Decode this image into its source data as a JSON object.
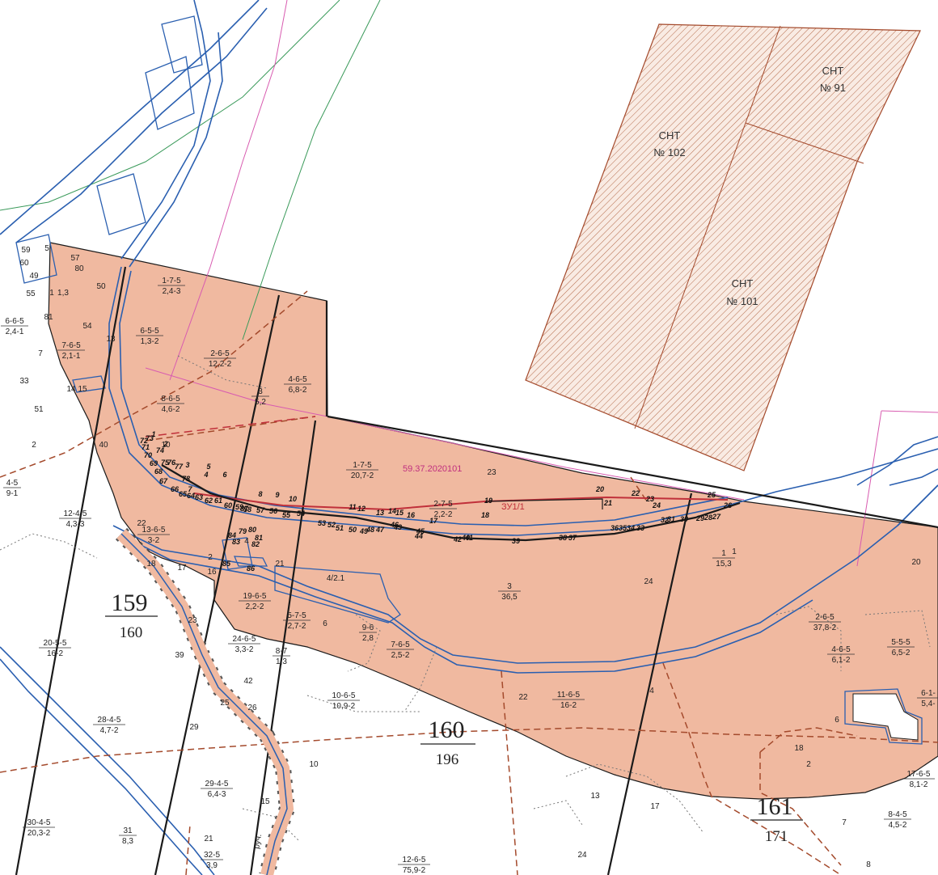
{
  "colors": {
    "zone_fill": "#f0b9a0",
    "hatch": "#b46a4a",
    "blue_line": "#2a5fb0",
    "black_line": "#1a1a1a",
    "dashed_boundary": "#a44a2c",
    "pink_line": "#d85bb0",
    "green_line": "#3a9a5a",
    "red_line": "#c0303a"
  },
  "snt": [
    {
      "name": "СНТ",
      "num": "№ 91"
    },
    {
      "name": "СНТ",
      "num": "№ 102"
    },
    {
      "name": "СНТ",
      "num": "№ 101"
    }
  ],
  "quarters": [
    {
      "top": "159",
      "bottom": "160"
    },
    {
      "top": "160",
      "bottom": "196"
    },
    {
      "top": "161",
      "bottom": "171"
    }
  ],
  "cadastral_number": "59.37.2020101",
  "plot_label": "ЗУ1/1",
  "river_label": "руч.",
  "stand_labels": [
    {
      "top": "1-7-5",
      "bottom": "2,4-3"
    },
    {
      "top": "6-5-5",
      "bottom": "1,3-2"
    },
    {
      "top": "2-6-5",
      "bottom": "12,2-2"
    },
    {
      "top": "4-6-5",
      "bottom": "6,8-2"
    },
    {
      "top": "3",
      "bottom": "5,2"
    },
    {
      "top": "8-6-5",
      "bottom": "4,6-2"
    },
    {
      "top": "7-6-5",
      "bottom": "2,1-1"
    },
    {
      "top": "6-6-5",
      "bottom": "2,4-1"
    },
    {
      "top": "1-7-5",
      "bottom": "20,7-2"
    },
    {
      "top": "2-7-5",
      "bottom": "2,2-2"
    },
    {
      "top": "12-4-5",
      "bottom": "4,3-3"
    },
    {
      "top": "13-6-5",
      "bottom": "3-2"
    },
    {
      "top": "19-6-5",
      "bottom": "2,2-2"
    },
    {
      "top": "5-7-5",
      "bottom": "2,7-2"
    },
    {
      "top": "9-6",
      "bottom": "2,8"
    },
    {
      "top": "7-6-5",
      "bottom": "2,5-2"
    },
    {
      "top": "20-5-5",
      "bottom": "16-2"
    },
    {
      "top": "24-6-5",
      "bottom": "3,3-2"
    },
    {
      "top": "8-7",
      "bottom": "1,3"
    },
    {
      "top": "10-6-5",
      "bottom": "10,9-2"
    },
    {
      "top": "28-4-5",
      "bottom": "4,7-2"
    },
    {
      "top": "11-6-5",
      "bottom": "16-2"
    },
    {
      "top": "29-4-5",
      "bottom": "6,4-3"
    },
    {
      "top": "30-4-5",
      "bottom": "20,3-2"
    },
    {
      "top": "31",
      "bottom": "8,3"
    },
    {
      "top": "32-5",
      "bottom": "3,9"
    },
    {
      "top": "12-6-5",
      "bottom": "75,9-2"
    },
    {
      "top": "3",
      "bottom": "36,5"
    },
    {
      "top": "1",
      "bottom": "15,3"
    },
    {
      "top": "2-6-5",
      "bottom": "37,8-2"
    },
    {
      "top": "4-6-5",
      "bottom": "6,1-2"
    },
    {
      "top": "5-5-5",
      "bottom": "6,5-2"
    },
    {
      "top": "17-6-5",
      "bottom": "8,1-2"
    },
    {
      "top": "8-4-5",
      "bottom": "4,5-2"
    },
    {
      "top": "6-1-",
      "bottom": "5,4-"
    },
    {
      "top": "4/2.1",
      "bottom": ""
    },
    {
      "top": "4-5",
      "bottom": "9-1"
    }
  ],
  "small_numbers": [
    "59",
    "60",
    "57",
    "80",
    "49",
    "50",
    "1,3",
    "1",
    "55",
    "81",
    "54",
    "7",
    "13",
    "33",
    "14",
    "15",
    "51",
    "2",
    "10",
    "40",
    "22",
    "18",
    "17",
    "2",
    "16",
    "21",
    "4",
    "6",
    "42",
    "25",
    "26",
    "39",
    "29",
    "10",
    "21",
    "15",
    "23",
    "24",
    "20",
    "22",
    "4",
    "6",
    "18",
    "2",
    "7",
    "13",
    "17",
    "24",
    "8",
    "23",
    "1",
    "5"
  ],
  "points": [
    "1",
    "2",
    "3",
    "4",
    "5",
    "6",
    "7",
    "8",
    "9",
    "10",
    "11",
    "12",
    "13",
    "14",
    "15",
    "16",
    "17",
    "18",
    "19",
    "20",
    "21",
    "22",
    "23",
    "24",
    "25",
    "26",
    "27",
    "28",
    "29",
    "30",
    "31",
    "32",
    "33",
    "34",
    "35",
    "36",
    "37",
    "38",
    "39",
    "40",
    "41",
    "42",
    "43",
    "44",
    "45",
    "46",
    "47",
    "48",
    "49",
    "50",
    "51",
    "52",
    "53",
    "54",
    "55",
    "56",
    "57",
    "58",
    "59",
    "60",
    "61",
    "62",
    "63",
    "64",
    "65",
    "66",
    "67",
    "68",
    "69",
    "70",
    "71",
    "72",
    "73",
    "74",
    "75",
    "76",
    "77",
    "78",
    "79",
    "80",
    "81",
    "82",
    "83",
    "84",
    "85",
    "86",
    "87"
  ]
}
